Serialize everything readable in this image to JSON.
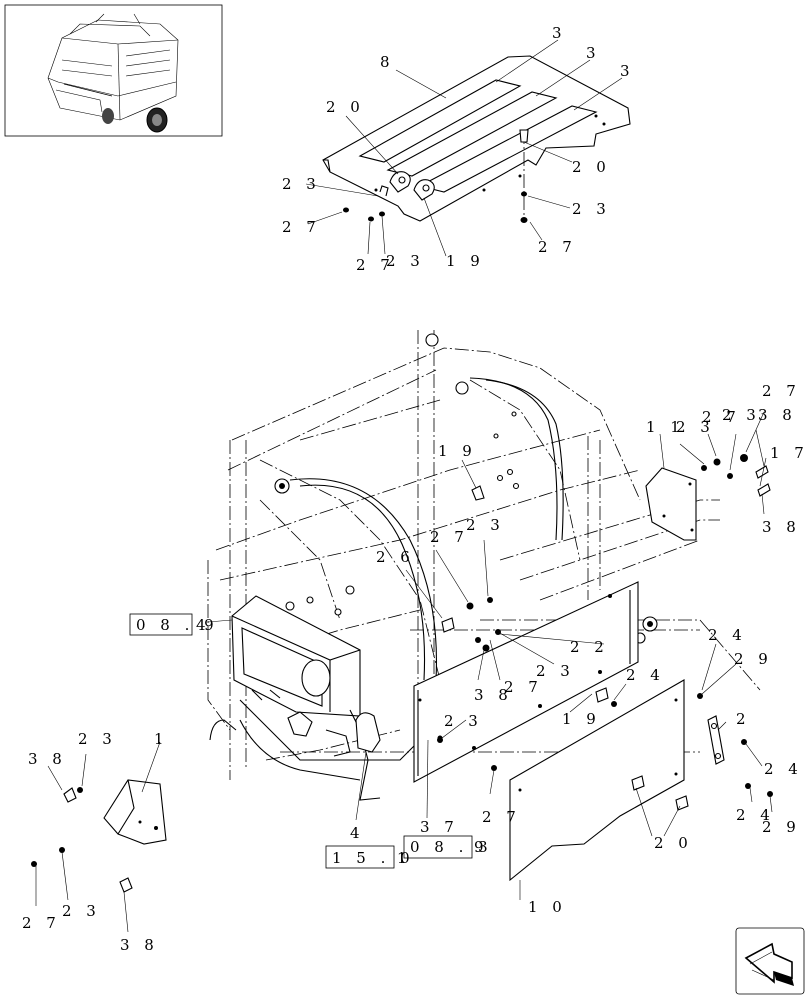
{
  "callouts": {
    "c01": "8",
    "c02": "3",
    "c03": "3",
    "c04": "3",
    "c05": "2 0",
    "c06": "2 0",
    "c07": "2 3",
    "c08": "2 7",
    "c09": "2 7",
    "c10": "2 3",
    "c11": "1 9",
    "c12": "2 3",
    "c13": "2 7",
    "c14": "1 1",
    "c15": "2 3",
    "c16": "2 7",
    "c17": "2 3",
    "c18": "2 7",
    "c19": "3 8",
    "c20": "1 7",
    "c21": "3 8",
    "c22": "1 9",
    "c23": "2 7",
    "c24": "2 3",
    "c25": "2 6",
    "c26": "2 2",
    "c27": "3 8",
    "c28": "2 7",
    "c29": "2 3",
    "c30": "2 4",
    "c31": "2 9",
    "c32": "2 4",
    "c33": "1 9",
    "c34": "2",
    "c35": "2 3",
    "c36": "2 4",
    "c37": "2 4",
    "c38": "2 9",
    "c39": "3 8",
    "c40": "2 3",
    "c41": "1",
    "c42": "2 7",
    "c43": "2 3",
    "c44": "3 8",
    "c45": "4",
    "c46": "3 7",
    "c47": "2 7",
    "c48": "2 0",
    "c49": "1 0"
  },
  "refs": {
    "r1": "0 8 . 9",
    "r1_suffix": "4",
    "r2": "1 5 . 0",
    "r2_suffix": "1",
    "r3": "0 8 . 3",
    "r3_suffix": "9"
  },
  "icons": {
    "thumbnail": "round-baler-thumbnail-icon",
    "nav_arrow": "next-page-arrow-icon"
  }
}
